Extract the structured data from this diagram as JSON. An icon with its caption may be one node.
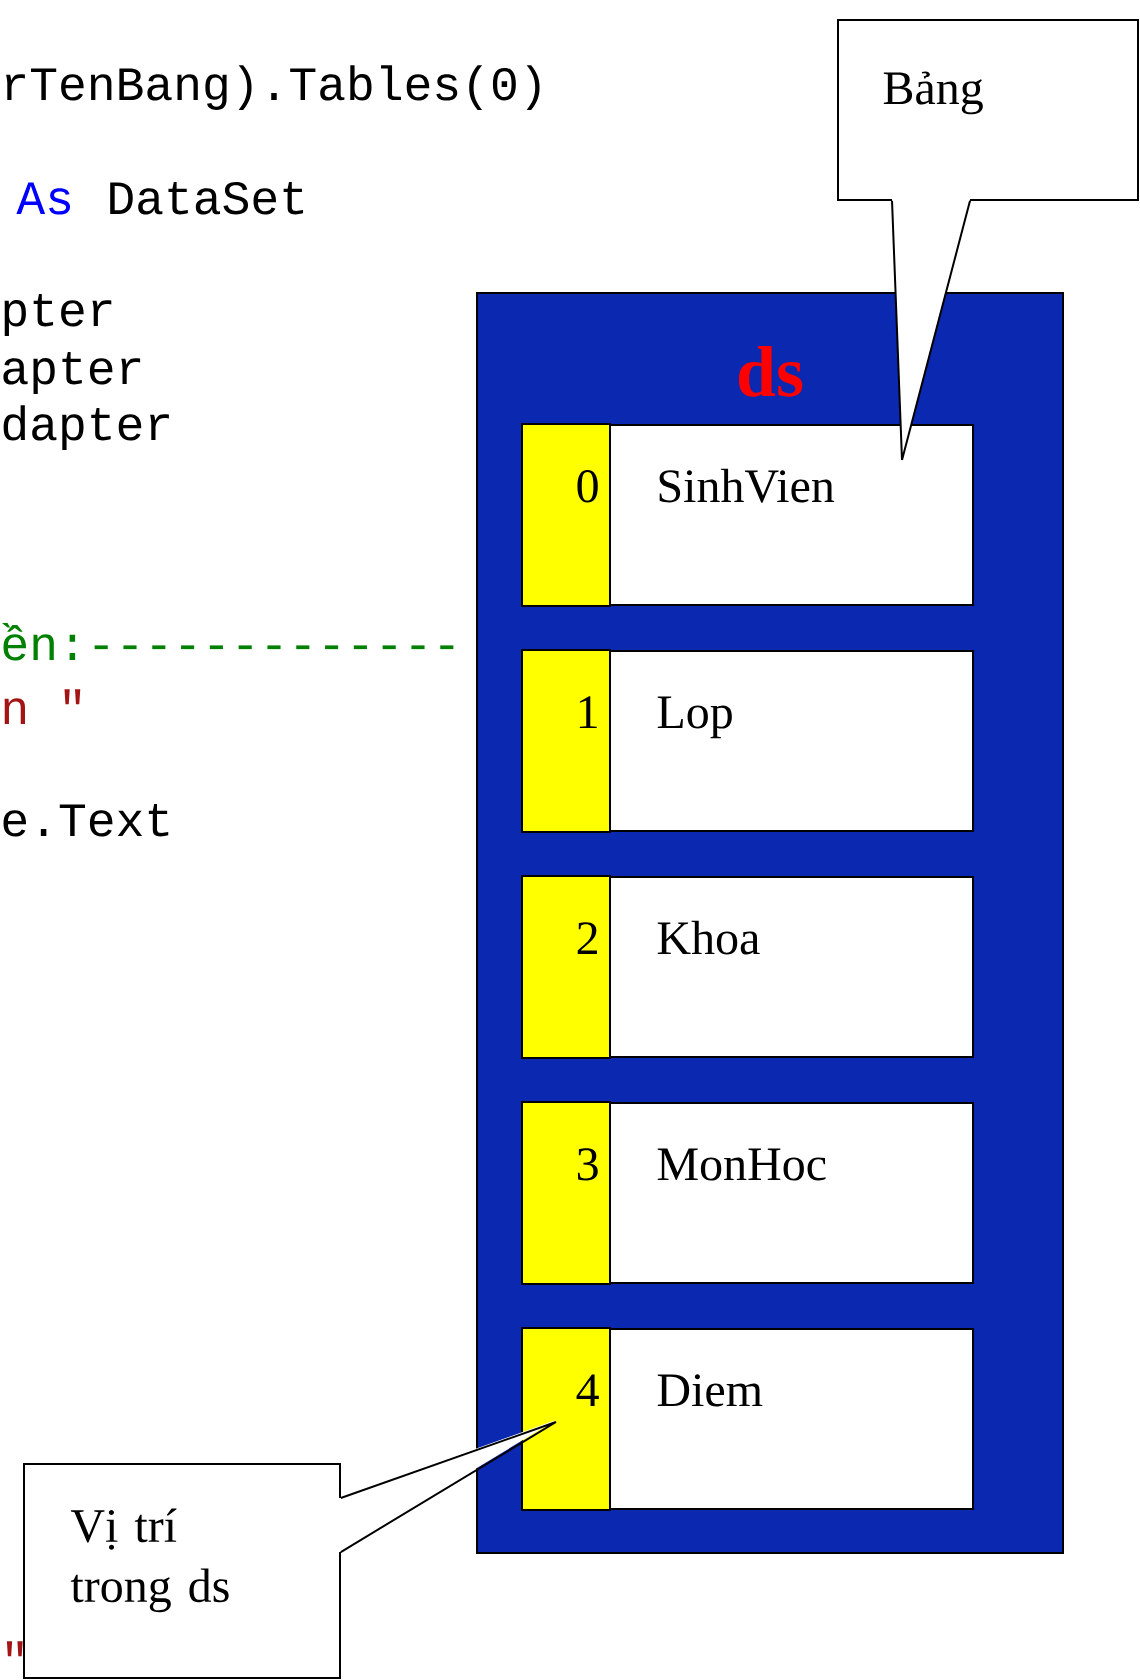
{
  "diagram": {
    "nodes": [
      {
        "text": [
          "ds"
        ]
      },
      {
        "text": [
          "0",
          "SinhVien"
        ],
        "in": 0
      },
      {
        "text": [
          "1",
          "Lop"
        ],
        "in": 0
      },
      {
        "text": [
          "2",
          "Khoa"
        ],
        "in": 0
      },
      {
        "text": [
          "3",
          "MonHoc"
        ],
        "in": 0
      },
      {
        "text": [
          "4",
          "Diem"
        ],
        "in": 0
      },
      {
        "text": [
          "Bảng"
        ]
      },
      {
        "text": [
          "Vị trí trong ds"
        ]
      }
    ],
    "edges": [
      {
        "from": 6,
        "to": 1,
        "arrow": "none"
      },
      {
        "from": 7,
        "to": 5,
        "arrow": "none"
      }
    ],
    "labels": [
      "rTenBang).Tables(0)",
      "As",
      "DataSet",
      "pter",
      "apter",
      "dapter",
      "ền:-------------",
      "n \"",
      "e.Text",
      "\""
    ]
  }
}
